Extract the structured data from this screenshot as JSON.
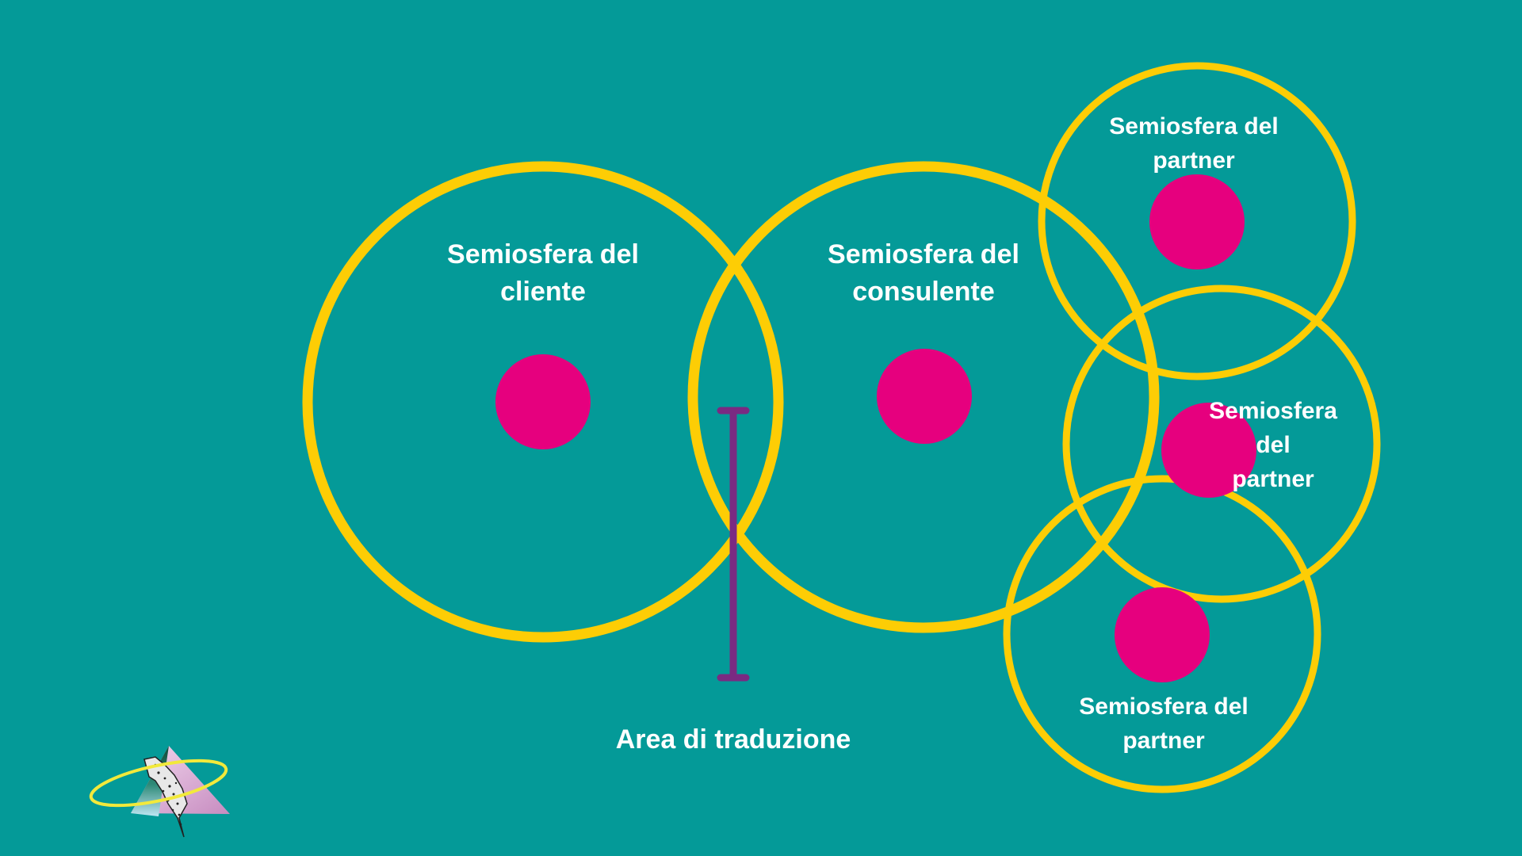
{
  "colors": {
    "background": "#049a98",
    "ring": "#fdcd05",
    "dot": "#e6007e",
    "bracket": "#7a2a82",
    "text": "#ffffff"
  },
  "semiospheres": {
    "client": {
      "line1": "Semiosfera del",
      "line2": "cliente"
    },
    "consultant": {
      "line1": "Semiosfera del",
      "line2": "consulente"
    },
    "partner_top": {
      "line1": "Semiosfera del",
      "line2": "partner"
    },
    "partner_middle": {
      "line1": "Semiosfera",
      "line2": "del",
      "line3": "partner"
    },
    "partner_bottom": {
      "line1": "Semiosfera del",
      "line2": "partner"
    }
  },
  "translation_area": {
    "label": "Area di traduzione"
  },
  "logo": {
    "icon": "pyramid-with-halo-icon"
  }
}
